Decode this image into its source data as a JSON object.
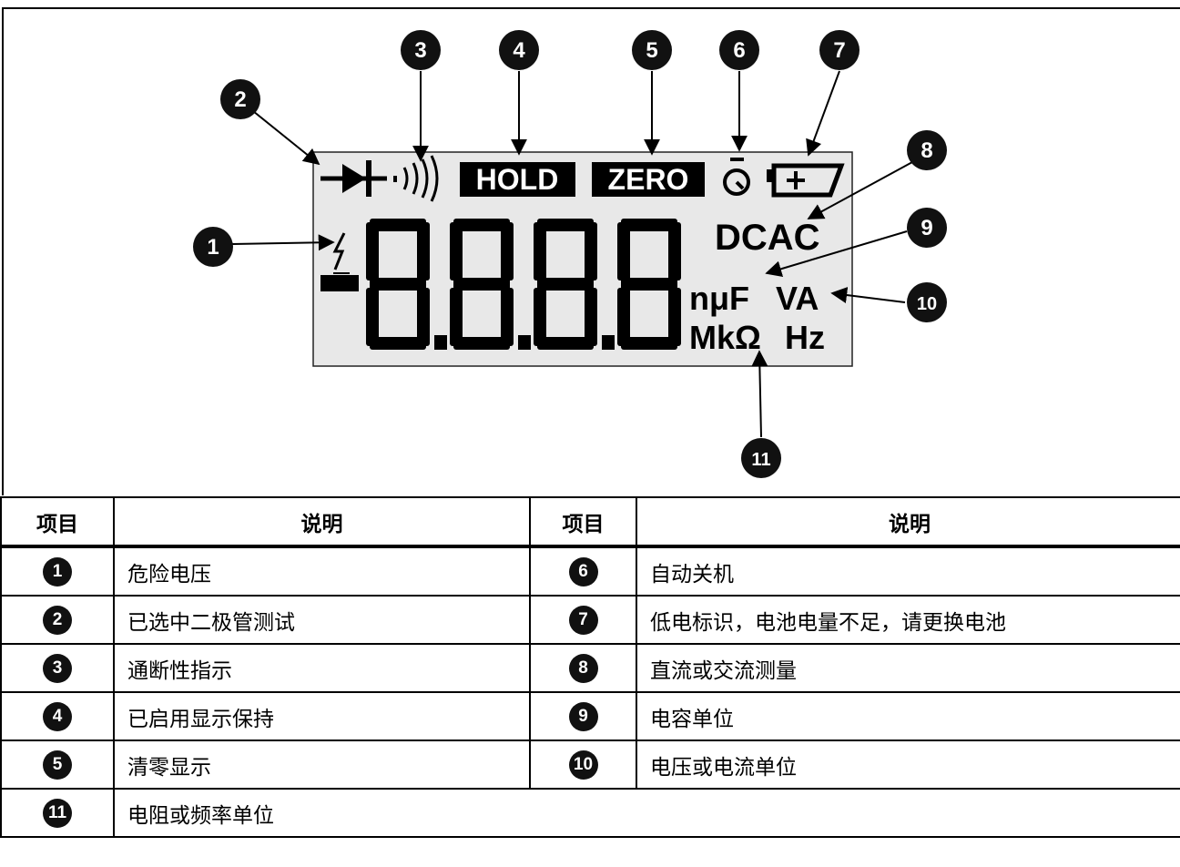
{
  "lcd": {
    "hold": "HOLD",
    "zero": "ZERO",
    "dcac": "DCAC",
    "cap_unit": "nμF",
    "va_unit": "VA",
    "res_unit": "MkΩ",
    "hz_unit": "Hz",
    "continuity": "·)))",
    "digits": "-8.8.8.8"
  },
  "callouts": [
    "1",
    "2",
    "3",
    "4",
    "5",
    "6",
    "7",
    "8",
    "9",
    "10",
    "11"
  ],
  "table": {
    "col_item": "项目",
    "col_desc": "说明",
    "rows": [
      {
        "left_num": "1",
        "left_desc": "危险电压",
        "right_num": "6",
        "right_desc": "自动关机"
      },
      {
        "left_num": "2",
        "left_desc": "已选中二极管测试",
        "right_num": "7",
        "right_desc": "低电标识，电池电量不足，请更换电池"
      },
      {
        "left_num": "3",
        "left_desc": "通断性指示",
        "right_num": "8",
        "right_desc": "直流或交流测量"
      },
      {
        "left_num": "4",
        "left_desc": "已启用显示保持",
        "right_num": "9",
        "right_desc": "电容单位"
      },
      {
        "left_num": "5",
        "left_desc": "清零显示",
        "right_num": "10",
        "right_desc": "电压或电流单位"
      },
      {
        "left_num": "11",
        "left_desc": "电阻或频率单位"
      }
    ]
  }
}
